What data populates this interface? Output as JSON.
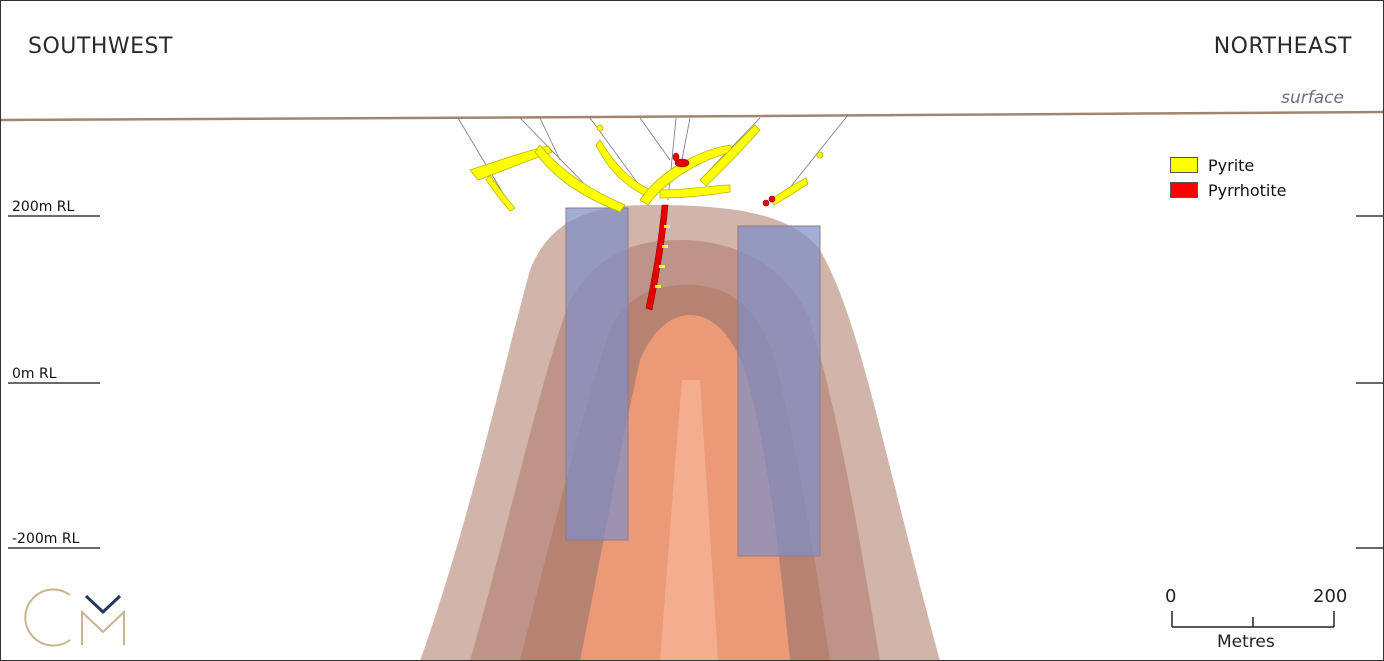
{
  "header": {
    "left_direction": "SOUTHWEST",
    "right_direction": "NORTHEAST",
    "surface_label": "surface"
  },
  "elevation_labels": [
    "200m RL",
    "0m RL",
    "-200m RL"
  ],
  "legend": {
    "items": [
      {
        "label": "Pyrite",
        "color": "#ffff00"
      },
      {
        "label": "Pyrrhotite",
        "color": "#ff0000"
      }
    ]
  },
  "scale_bar": {
    "start_label": "0",
    "end_label": "200",
    "unit_label": "Metres"
  },
  "colors": {
    "surface_line": "#a08570",
    "outer_shell": "#c9a79b",
    "middle_shell": "#b9897a",
    "inner_core": "#ef9a78",
    "blue_blocks": "#8890c8",
    "logo_gold": "#c9b48f",
    "logo_navy": "#233a5a"
  },
  "logo": {
    "icon_name": "cm-monogram-logo"
  }
}
